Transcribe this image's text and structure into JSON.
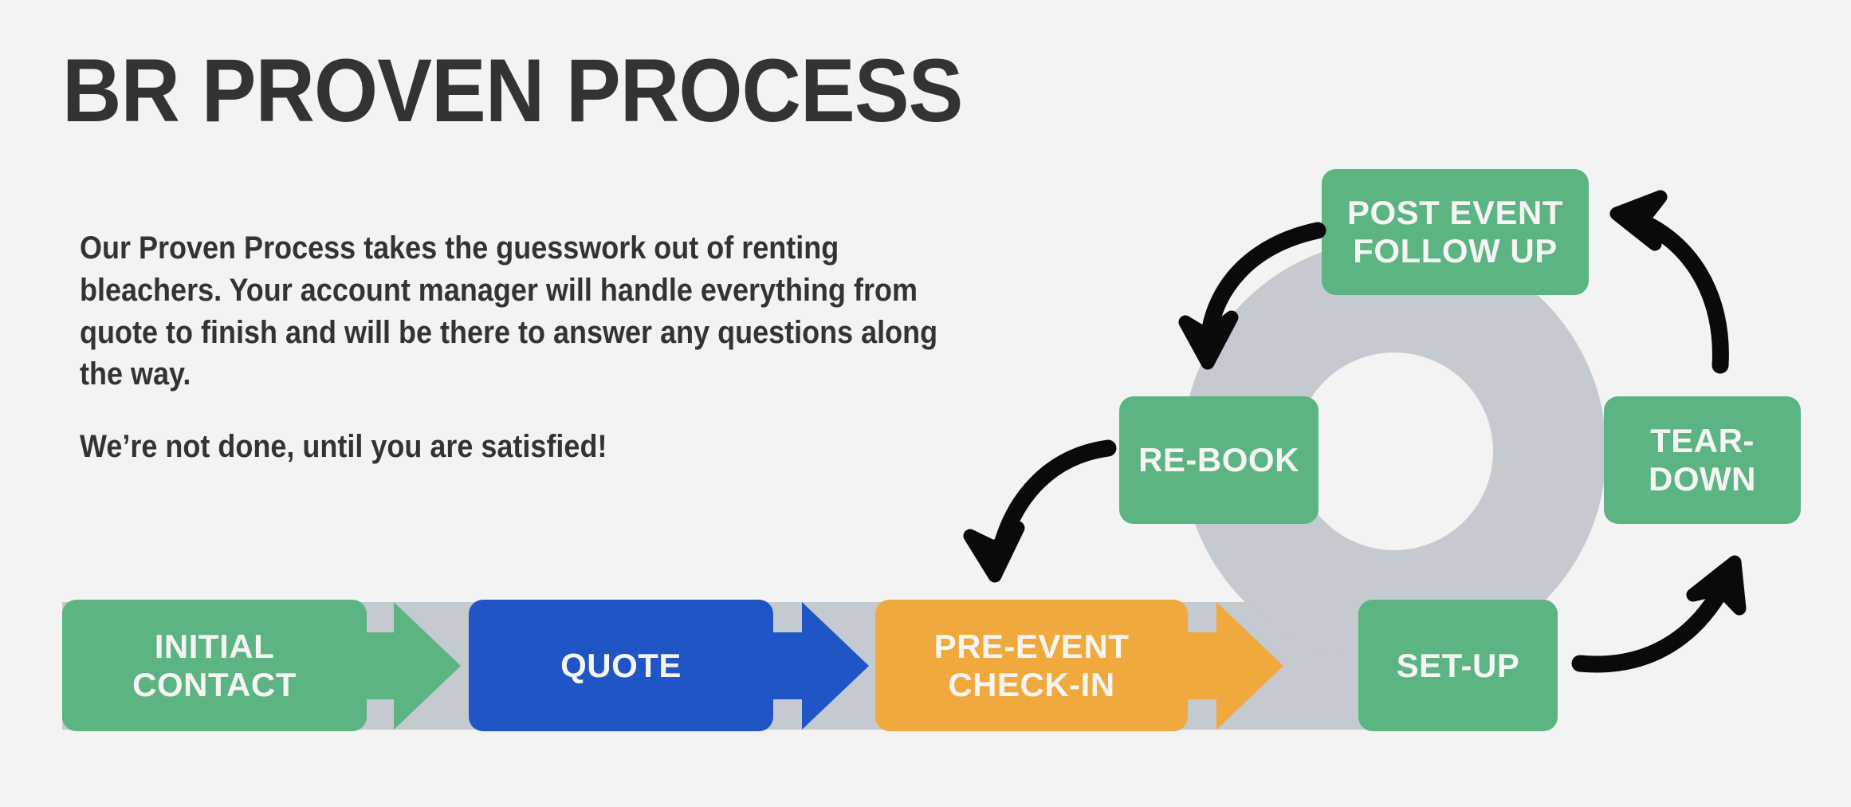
{
  "page": {
    "background_color": "#f2f3f2",
    "title": "BR PROVEN PROCESS",
    "title_color": "#333333"
  },
  "intro": {
    "paragraph_1": "Our Proven Process takes the guesswork out of renting bleachers. Your account manager will handle everything from quote to finish and will be there to answer any questions along the way.",
    "paragraph_2": "We’re not done, until you are satisfied!"
  },
  "colors": {
    "green": "#5cb482",
    "blue": "#1f55c4",
    "orange": "#f0a93c",
    "gray_track": "#c5c9d0",
    "arrow_black": "#0a0a0a",
    "label_text": "#f5f5f3"
  },
  "linear_flow": {
    "steps": [
      {
        "label_line_1": "INITIAL",
        "label_line_2": "CONTACT",
        "color": "#5cb482",
        "arrow_color": "#5cb482"
      },
      {
        "label_line_1": "QUOTE",
        "label_line_2": "",
        "color": "#1f55c4",
        "arrow_color": "#1f55c4"
      },
      {
        "label_line_1": "PRE-EVENT",
        "label_line_2": "CHECK-IN",
        "color": "#f0a93c",
        "arrow_color": "#f0a93c"
      }
    ]
  },
  "cycle": {
    "nodes": [
      {
        "position": "top",
        "label_line_1": "POST EVENT",
        "label_line_2": "FOLLOW UP",
        "color": "#5cb482"
      },
      {
        "position": "left",
        "label_line_1": "RE-BOOK",
        "label_line_2": "",
        "color": "#5cb482"
      },
      {
        "position": "right",
        "label_line_1": "TEAR-",
        "label_line_2": "DOWN",
        "color": "#5cb482"
      },
      {
        "position": "bottom",
        "label_line_1": "SET-UP",
        "label_line_2": "",
        "color": "#5cb482"
      }
    ]
  }
}
